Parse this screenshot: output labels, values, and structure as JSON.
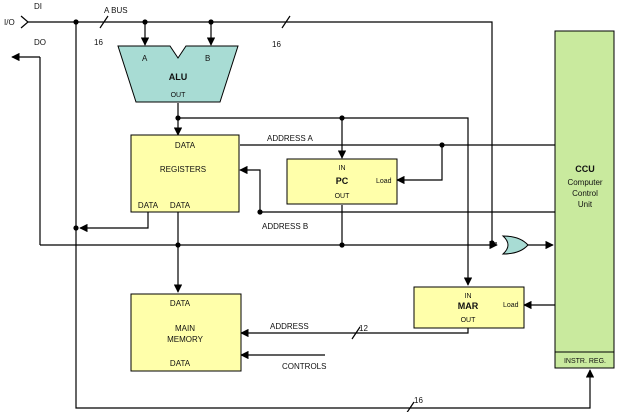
{
  "io": {
    "io_label": "I/O",
    "di_label": "DI",
    "do_label": "DO",
    "abus_label": "A BUS",
    "width_16_left": "16",
    "width_16_right": "16",
    "width_16_bottom": "16",
    "width_12": "12"
  },
  "alu": {
    "title": "ALU",
    "in_a": "A",
    "in_b": "B",
    "out": "OUT"
  },
  "registers": {
    "data_top": "DATA",
    "title": "REGISTERS",
    "data_bottom_left": "DATA",
    "data_bottom_right": "DATA"
  },
  "pc": {
    "in": "IN",
    "title": "PC",
    "out": "OUT",
    "load": "Load"
  },
  "mar": {
    "in": "IN",
    "title": "MAR",
    "out": "OUT",
    "load": "Load"
  },
  "memory": {
    "data_top": "DATA",
    "title_line1": "MAIN",
    "title_line2": "MEMORY",
    "data_bottom": "DATA"
  },
  "ccu": {
    "title": "CCU",
    "line1": "Computer",
    "line2": "Control",
    "line3": "Unit",
    "instr_reg": "INSTR. REG."
  },
  "buses": {
    "address_a": "ADDRESS A",
    "address_b": "ADDRESS B",
    "address": "ADDRESS",
    "controls": "CONTROLS"
  },
  "colors": {
    "box_fill": "#ffffaa",
    "alu_fill": "#a8dcd4",
    "ccu_fill": "#c9ea9e"
  }
}
